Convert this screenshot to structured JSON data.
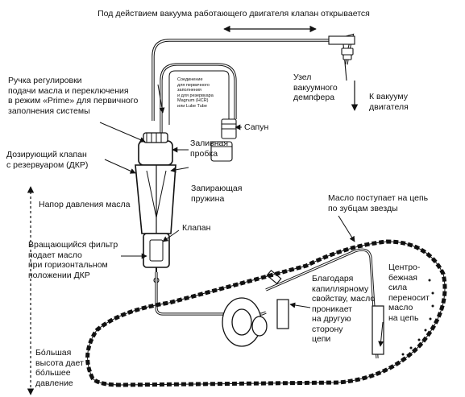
{
  "header": {
    "title": "Под действием вакуума работающего двигателя клапан открывается"
  },
  "labels": {
    "knob": [
      "Ручка регулировки",
      "подачи масла и переключения",
      "в режим «Prime» для первичного",
      "заполнения системы"
    ],
    "reservoir_note": [
      "Соединение",
      "для первичного",
      "заполнения",
      "и для резервуара",
      "Magnum (HCR)",
      "или Lube Tube"
    ],
    "damper": [
      "Узел",
      "вакуумного",
      "демпфера"
    ],
    "to_engine": [
      "К вакууму",
      "двигателя"
    ],
    "breather": "Сапун",
    "dosing_valve": [
      "Дозирующий клапан",
      "с резервуаром (ДКР)"
    ],
    "filler_cap": [
      "Заливная",
      "пробка"
    ],
    "locking_spring": [
      "Запирающая",
      "пружина"
    ],
    "valve": "Клапан",
    "oil_pressure": "Напор давления масла",
    "oil_to_chain": [
      "Масло поступает на цепь",
      "по зубцам звезды"
    ],
    "rotating_filter": [
      "Вращающийся фильтр",
      "подает масло",
      "при горизонтальном",
      "положении ДКР"
    ],
    "capillary": [
      "Благодаря",
      "капиллярному",
      "свойству, масло",
      "проникает",
      "на другую",
      "сторону",
      "цепи"
    ],
    "centrifugal": [
      "Центро-",
      "бежная",
      "сила",
      "переносит",
      "масло",
      "на цепь"
    ],
    "height": [
      "Бо́льшая",
      "высота дает",
      "бо́льшее",
      "давление"
    ]
  }
}
